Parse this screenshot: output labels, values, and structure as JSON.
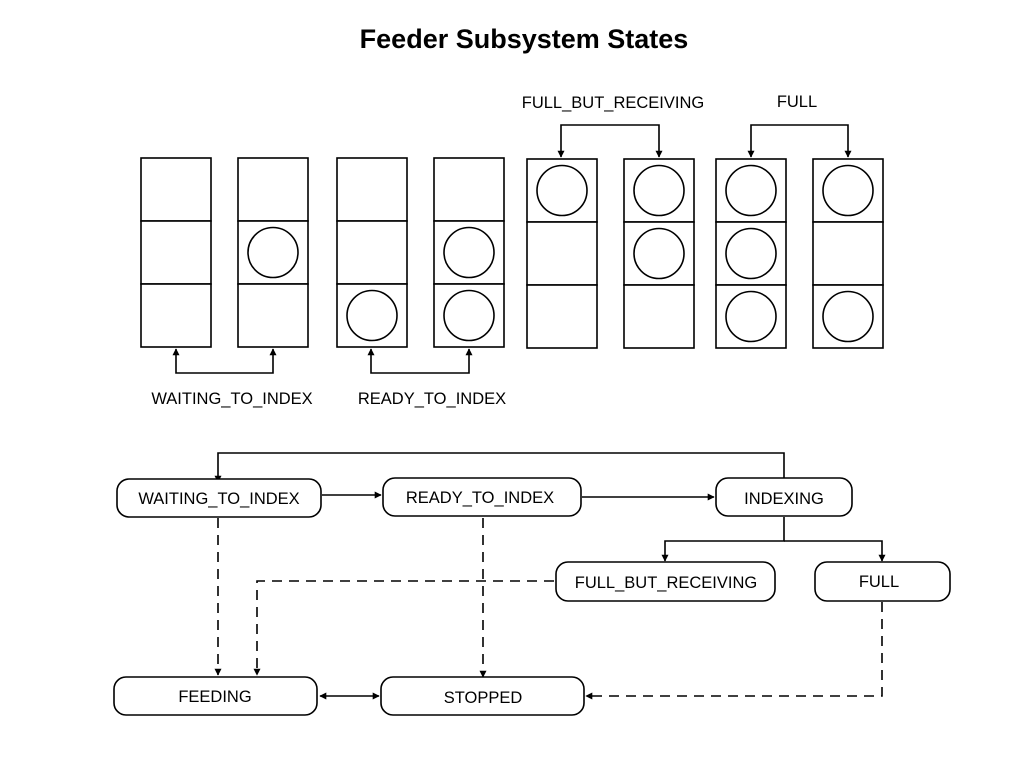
{
  "title": "Feeder Subsystem States",
  "columns": [
    {
      "balls": [
        false,
        false,
        false
      ]
    },
    {
      "balls": [
        false,
        true,
        false
      ]
    },
    {
      "balls": [
        false,
        false,
        true
      ]
    },
    {
      "balls": [
        false,
        true,
        true
      ]
    },
    {
      "balls": [
        true,
        false,
        false
      ]
    },
    {
      "balls": [
        true,
        true,
        false
      ]
    },
    {
      "balls": [
        true,
        true,
        true
      ]
    },
    {
      "balls": [
        true,
        false,
        true
      ]
    }
  ],
  "column_labels": {
    "waiting_to_index": "WAITING_TO_INDEX",
    "ready_to_index": "READY_TO_INDEX",
    "full_but_receiving": "FULL_BUT_RECEIVING",
    "full": "FULL"
  },
  "state_nodes": {
    "waiting_to_index": "WAITING_TO_INDEX",
    "ready_to_index": "READY_TO_INDEX",
    "indexing": "INDEXING",
    "full_but_receiving": "FULL_BUT_RECEIVING",
    "full": "FULL",
    "feeding": "FEEDING",
    "stopped": "STOPPED"
  },
  "colors": {
    "stroke": "#000000",
    "background": "#ffffff"
  }
}
